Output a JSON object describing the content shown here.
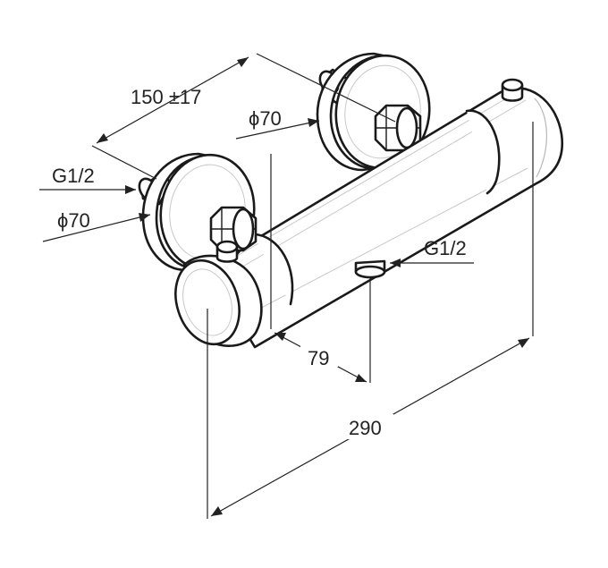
{
  "diagram": {
    "labels": {
      "spacing": "150 ±17",
      "diameter_top": "ϕ70",
      "thread_left": "G1/2",
      "diameter_left": "ϕ70",
      "thread_outlet": "G1/2",
      "depth": "79",
      "length": "290"
    }
  }
}
